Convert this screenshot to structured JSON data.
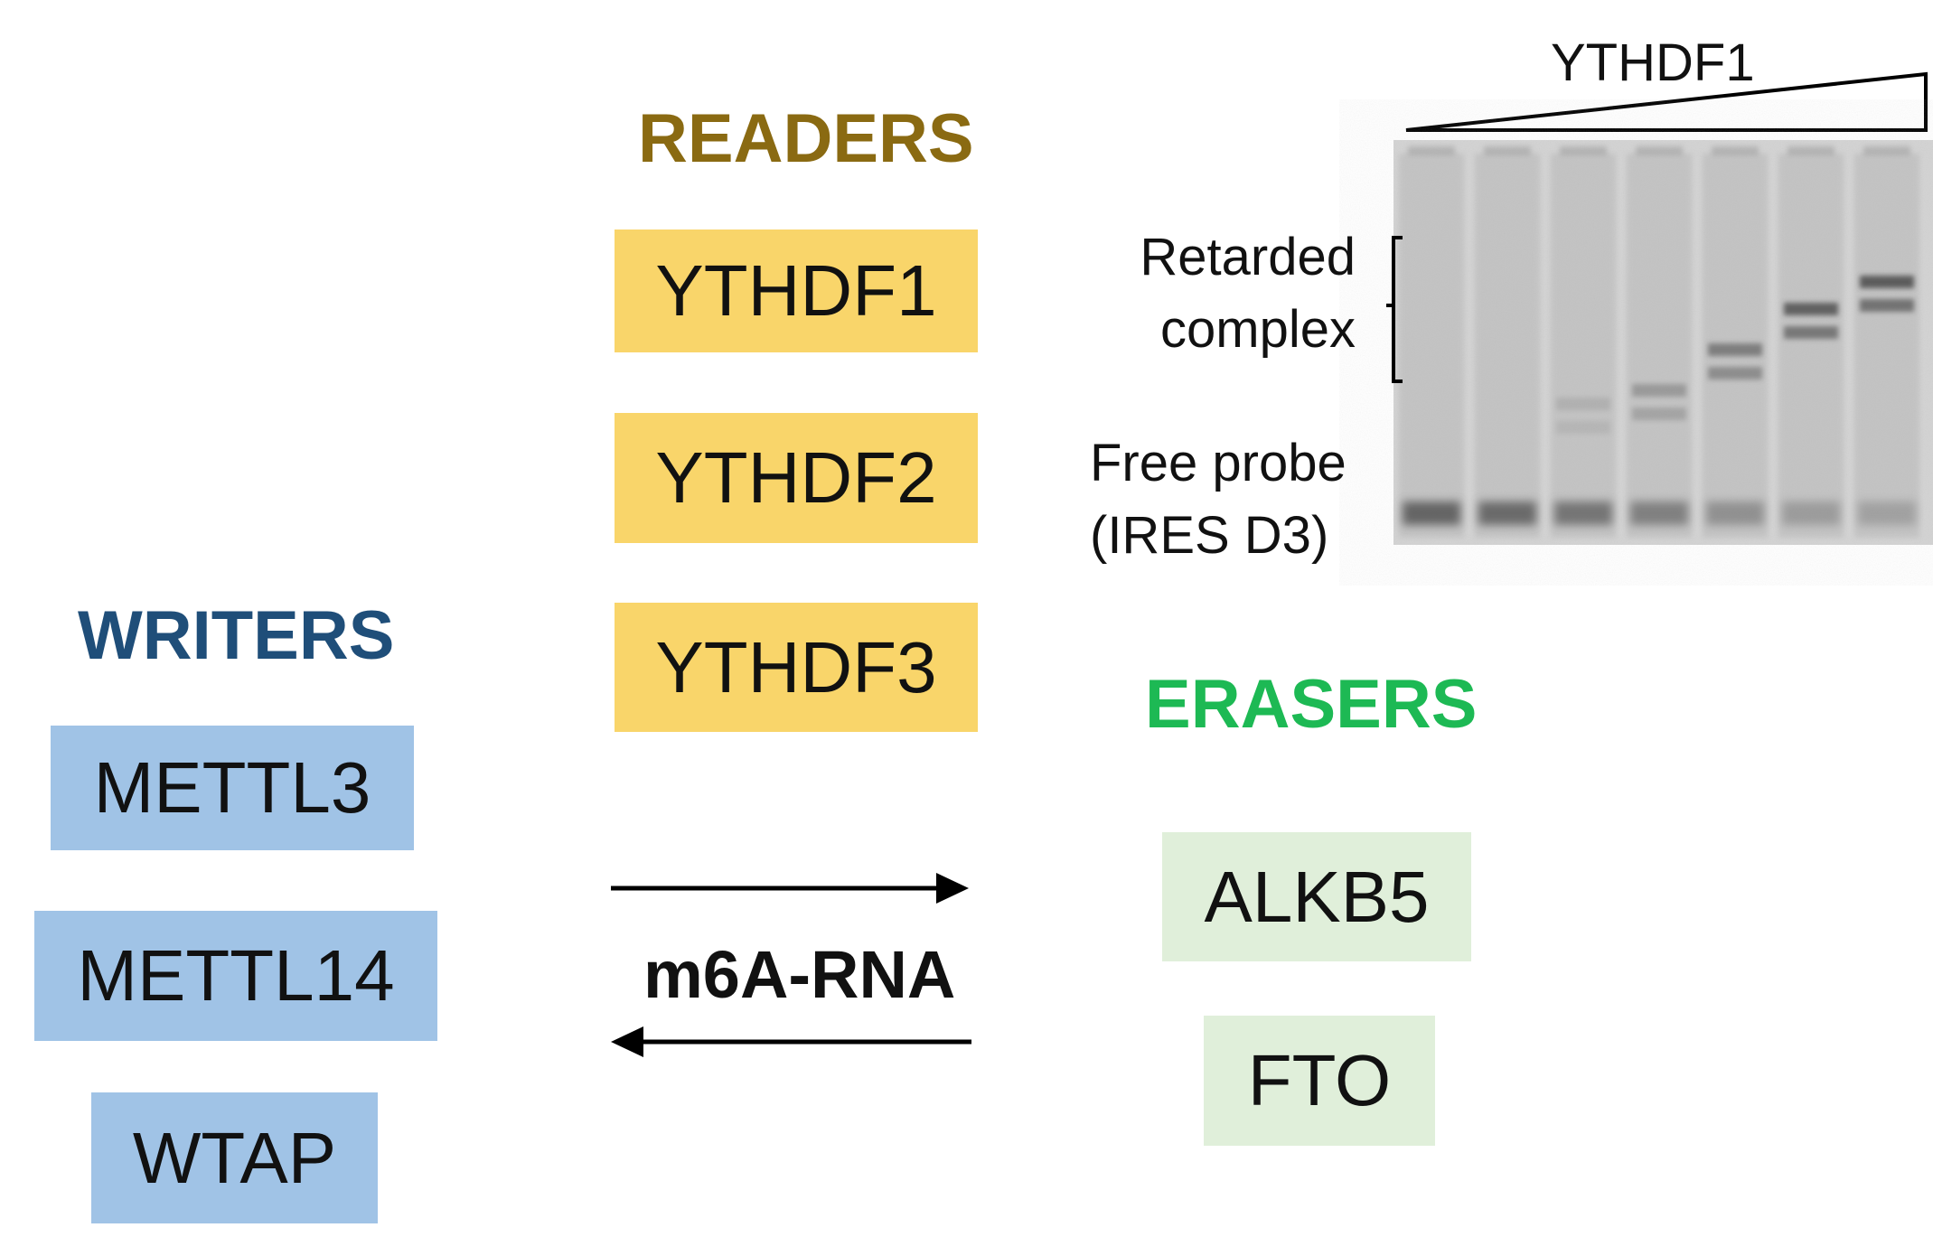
{
  "readers": {
    "heading": "READERS",
    "heading_color": "#8a6a12",
    "box_color": "#f9d56a",
    "items": [
      "YTHDF1",
      "YTHDF2",
      "YTHDF3"
    ]
  },
  "writers": {
    "heading": "WRITERS",
    "heading_color": "#1f4e79",
    "box_color": "#a0c3e6",
    "items": [
      "METTL3",
      "METTL14",
      "WTAP"
    ]
  },
  "erasers": {
    "heading": "ERASERS",
    "heading_color": "#1db954",
    "box_color": "#e0efda",
    "items": [
      "ALKB5",
      "FTO"
    ]
  },
  "center": {
    "label": "m6A-RNA"
  },
  "gel": {
    "title": "YTHDF1",
    "retarded_label_line1": "Retarded",
    "retarded_label_line2": "complex",
    "free_label_line1": "Free probe",
    "free_label_line2": "(IRES D3)",
    "lane_count": 7
  }
}
